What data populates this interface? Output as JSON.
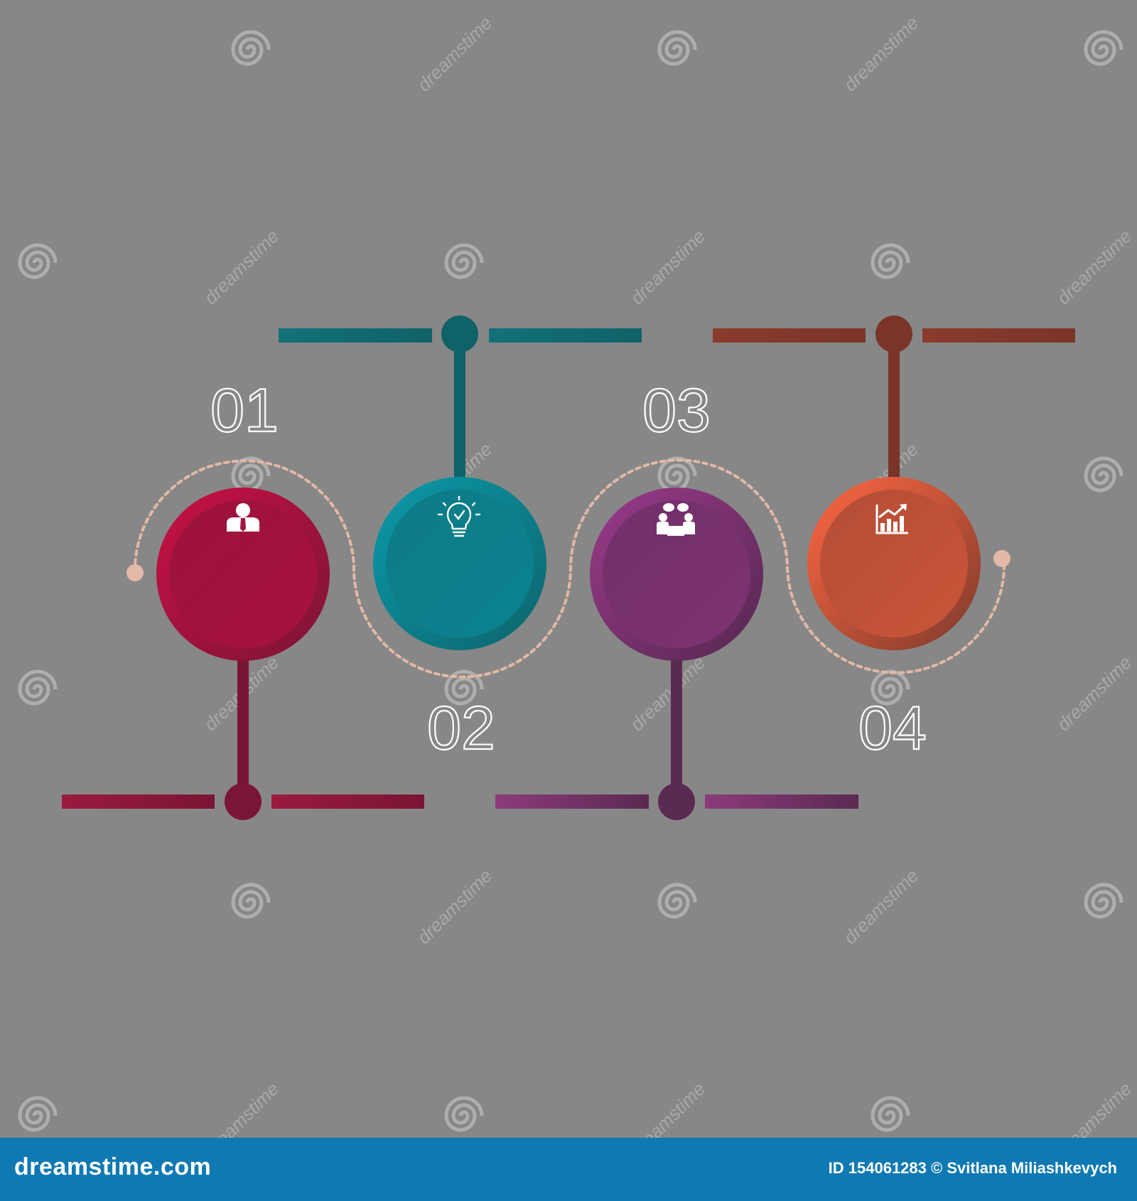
{
  "colors": {
    "background": "#878787",
    "connector": "#e3b8a6",
    "footer": "#0f79b4"
  },
  "steps": [
    {
      "number": "01",
      "icon": "businessman-icon",
      "color_light": "#c91046",
      "color_dark": "#7a1535",
      "line_color": "#9a1b3f",
      "line_color_dark": "#7a1535"
    },
    {
      "number": "02",
      "icon": "lightbulb-icon",
      "color_light": "#0a9aaa",
      "color_dark": "#0e646c",
      "line_color": "#13717a",
      "line_color_dark": "#0f6268"
    },
    {
      "number": "03",
      "icon": "meeting-icon",
      "color_light": "#9a3a8b",
      "color_dark": "#55284f",
      "line_color": "#8c3b7a",
      "line_color_dark": "#5a2a52"
    },
    {
      "number": "04",
      "icon": "growth-chart-icon",
      "color_light": "#ff6842",
      "color_dark": "#7e3a2c",
      "line_color": "#8a3c2c",
      "line_color_dark": "#7a3428"
    }
  ],
  "watermark": {
    "text": "dreamstime",
    "icon": "spiral-logo-icon"
  },
  "footer": {
    "brand": "dreamstime.com",
    "credit": "ID 154061283 © Svitlana Miliashkevych"
  }
}
